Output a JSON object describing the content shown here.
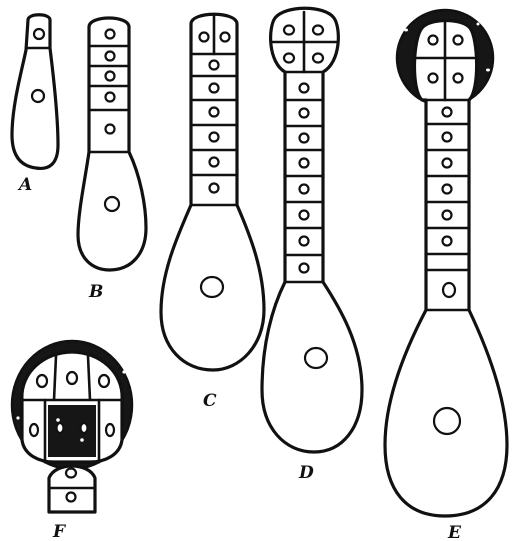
{
  "figure": {
    "stages": [
      {
        "id": "A",
        "label": "A"
      },
      {
        "id": "B",
        "label": "B"
      },
      {
        "id": "C",
        "label": "C"
      },
      {
        "id": "D",
        "label": "D"
      },
      {
        "id": "E",
        "label": "E"
      },
      {
        "id": "F",
        "label": "F"
      }
    ]
  }
}
